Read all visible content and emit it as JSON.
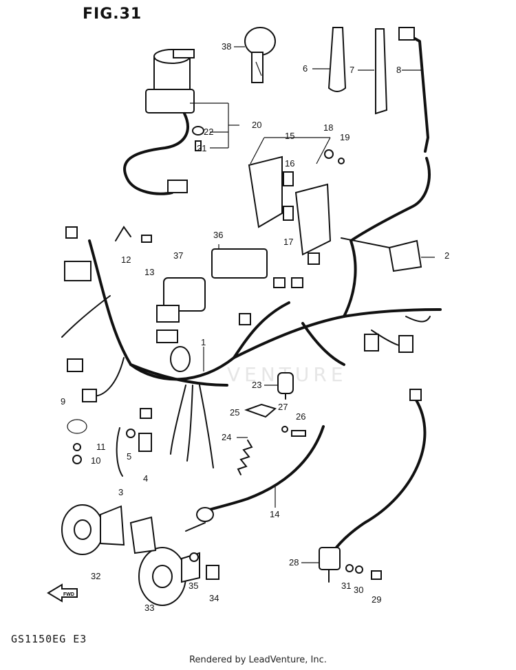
{
  "title": "FIG.31",
  "model_code": "GS1150EG E3",
  "credit": "Rendered by LeadVenture, Inc.",
  "watermark": "VENTURE",
  "icon_forward": "fwd-arrow-icon",
  "fwd_label": "FWD",
  "callouts": [
    {
      "n": "38"
    },
    {
      "n": "6"
    },
    {
      "n": "7"
    },
    {
      "n": "8"
    },
    {
      "n": "20"
    },
    {
      "n": "22"
    },
    {
      "n": "21"
    },
    {
      "n": "15"
    },
    {
      "n": "18"
    },
    {
      "n": "19"
    },
    {
      "n": "16"
    },
    {
      "n": "17"
    },
    {
      "n": "2"
    },
    {
      "n": "12"
    },
    {
      "n": "13"
    },
    {
      "n": "36"
    },
    {
      "n": "37"
    },
    {
      "n": "1"
    },
    {
      "n": "23"
    },
    {
      "n": "9"
    },
    {
      "n": "11"
    },
    {
      "n": "10"
    },
    {
      "n": "5"
    },
    {
      "n": "4"
    },
    {
      "n": "3"
    },
    {
      "n": "25"
    },
    {
      "n": "27"
    },
    {
      "n": "26"
    },
    {
      "n": "24"
    },
    {
      "n": "14"
    },
    {
      "n": "32"
    },
    {
      "n": "35"
    },
    {
      "n": "34"
    },
    {
      "n": "33"
    },
    {
      "n": "28"
    },
    {
      "n": "31"
    },
    {
      "n": "30"
    },
    {
      "n": "29"
    }
  ]
}
